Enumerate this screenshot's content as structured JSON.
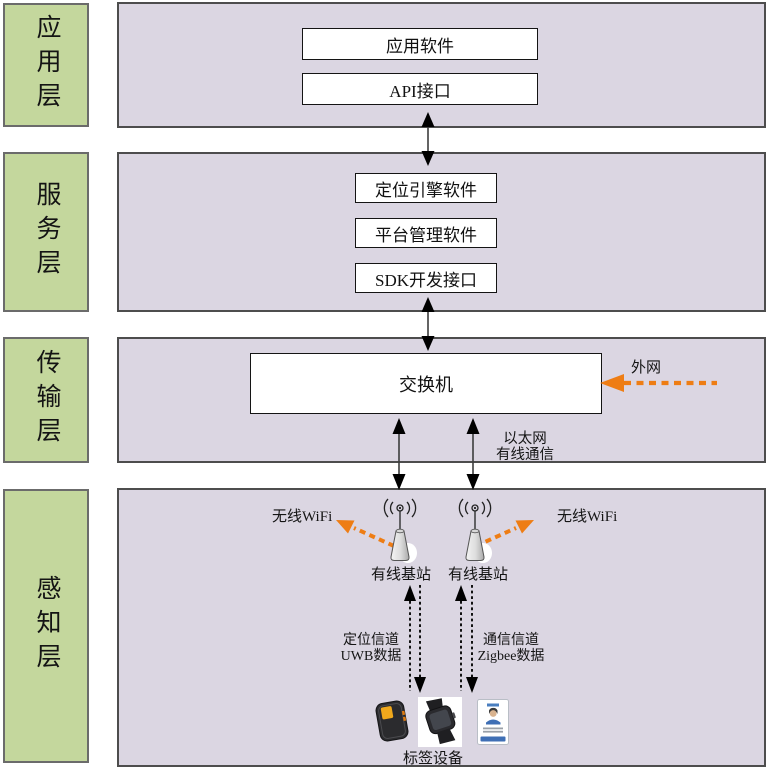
{
  "layers": [
    {
      "label": "应用层"
    },
    {
      "label": "服务层"
    },
    {
      "label": "传输层"
    },
    {
      "label": "感知层"
    }
  ],
  "app_layer": {
    "boxes": [
      "应用软件",
      "API接口"
    ]
  },
  "service_layer": {
    "boxes": [
      "定位引擎软件",
      "平台管理软件",
      "SDK开发接口"
    ]
  },
  "transport_layer": {
    "switch_label": "交换机",
    "external_network_label": "外网",
    "ethernet_line1": "以太网",
    "ethernet_line2": "有线通信"
  },
  "perception_layer": {
    "wifi_left": "无线WiFi",
    "wifi_right": "无线WiFi",
    "base_station_left": "有线基站",
    "base_station_right": "有线基站",
    "channel_left_line1": "定位信道",
    "channel_left_line2": "UWB数据",
    "channel_right_line1": "通信信道",
    "channel_right_line2": "Zigbee数据",
    "devices_label": "标签设备"
  },
  "colors": {
    "layer_fill": "#dbd6e2",
    "band_fill": "#c4d79d",
    "accent_orange": "#ee7d14",
    "box_fill": "#ffffff"
  }
}
